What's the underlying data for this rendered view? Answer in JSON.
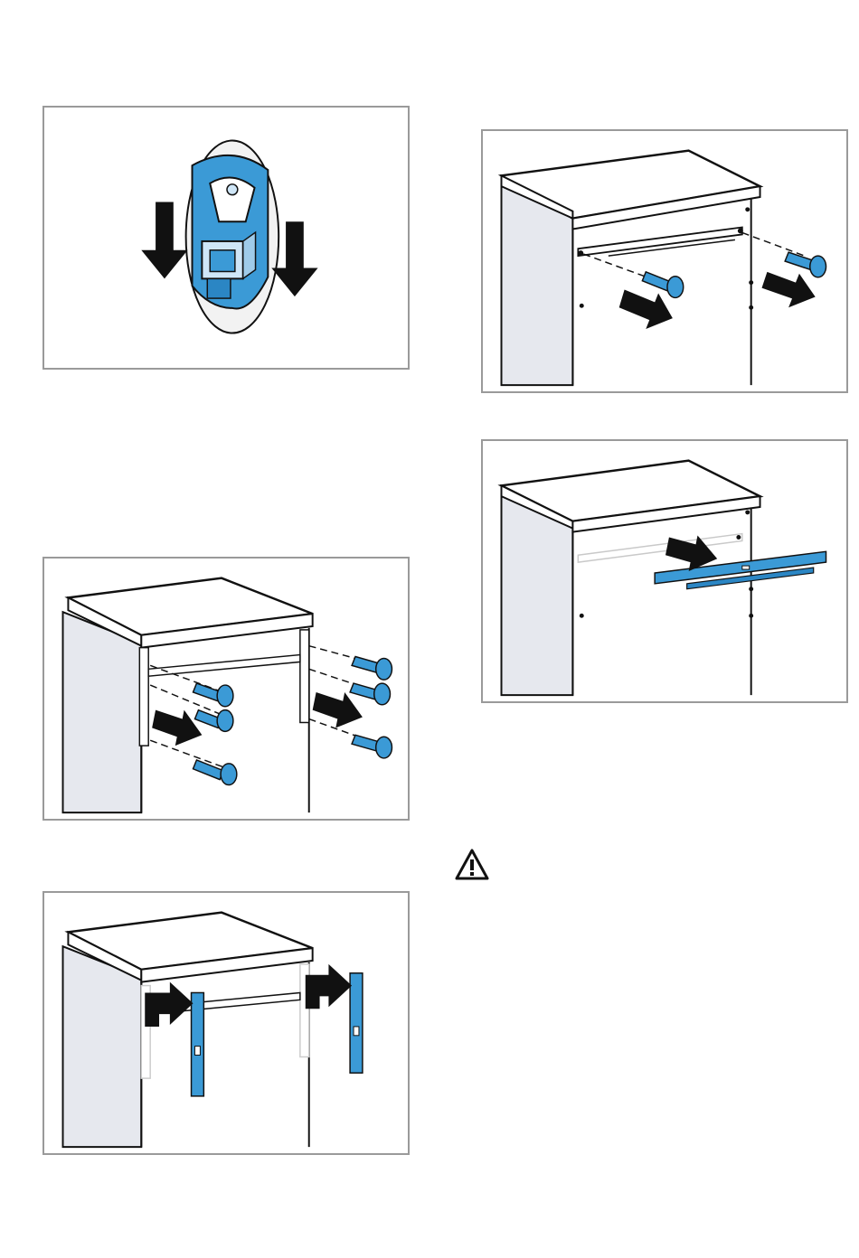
{
  "figures": [
    {
      "id": "fig-1",
      "content": "door-stop-clip-icon"
    },
    {
      "id": "fig-2",
      "content": "cabinet-rear-screws-icon"
    },
    {
      "id": "fig-3",
      "content": "cabinet-horizontal-rail-icon"
    },
    {
      "id": "fig-4",
      "content": "cabinet-side-screws-icon"
    },
    {
      "id": "fig-5",
      "content": "cabinet-vertical-rails-icon"
    }
  ],
  "warning": {
    "icon": "warning-triangle-icon"
  },
  "colors": {
    "accent_blue": "#3b9ad6",
    "dark_blue": "#1f6fa6",
    "line": "#111111",
    "frame": "#9a9a9a",
    "shade": "#e6e8ee"
  }
}
